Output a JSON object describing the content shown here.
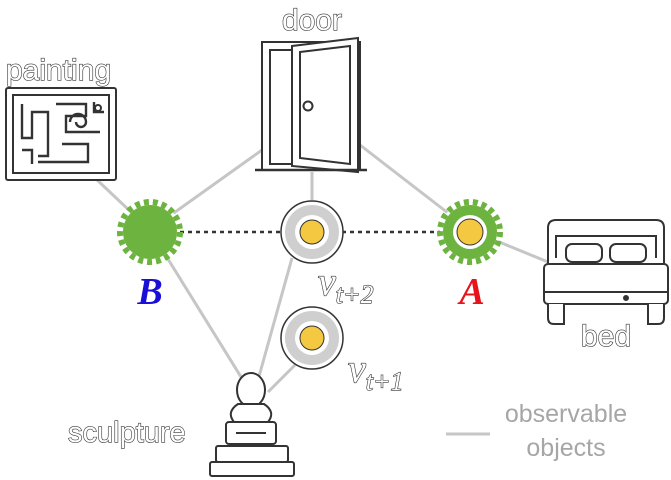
{
  "objects": {
    "door": "door",
    "painting": "painting",
    "bed": "bed",
    "sculpture": "sculpture"
  },
  "nodes": {
    "A": {
      "label": "A",
      "color": "#e8141b"
    },
    "B": {
      "label": "B",
      "color": "#1a0fd6"
    }
  },
  "viewpoints": {
    "v2": {
      "symbol": "v",
      "subscript": "t+2"
    },
    "v1": {
      "symbol": "v",
      "subscript": "t+1"
    }
  },
  "legend": {
    "line1": "observable",
    "line2": "objects"
  },
  "colors": {
    "edge": "#c6c6c6",
    "node_green": "#6db33f",
    "viewpoint_ring": "#cfcfcf",
    "viewpoint_core": "#f5c842"
  }
}
